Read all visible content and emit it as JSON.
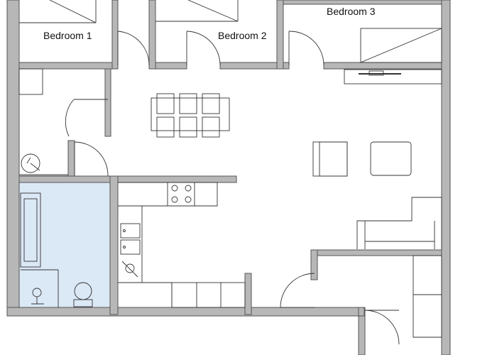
{
  "colors": {
    "wall": "#b7b7b7",
    "wall_edge": "#555555",
    "line": "#333333",
    "bathroom_fill": "#dbe8f6",
    "background": "#ffffff"
  },
  "rooms": [
    {
      "id": "bedroom-1",
      "label": "Bedroom 1"
    },
    {
      "id": "bedroom-2",
      "label": "Bedroom 2"
    },
    {
      "id": "bedroom-3",
      "label": "Bedroom 3"
    }
  ],
  "symbols": [
    "door-swing-icon",
    "dining-table-icon",
    "chair-icon",
    "armchair-icon",
    "coffee-table-icon",
    "sofa-icon",
    "hob-icon",
    "sink-icon",
    "bathtub-icon",
    "toilet-icon",
    "washbasin-icon",
    "boiler-icon",
    "bed-icon",
    "tv-unit-icon",
    "wardrobe-icon"
  ]
}
